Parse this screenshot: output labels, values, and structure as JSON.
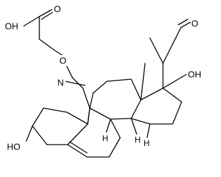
{
  "molecule": {
    "labels": {
      "acid_oh": "OH",
      "carbonyl_o1": "O",
      "ether_o": "O",
      "oxime_n": "N",
      "ketone_o": "O",
      "c17_oh": "OH",
      "c3_oh": "HO",
      "h_c9": "H",
      "h_c8": "H",
      "h_c14": "H"
    }
  }
}
